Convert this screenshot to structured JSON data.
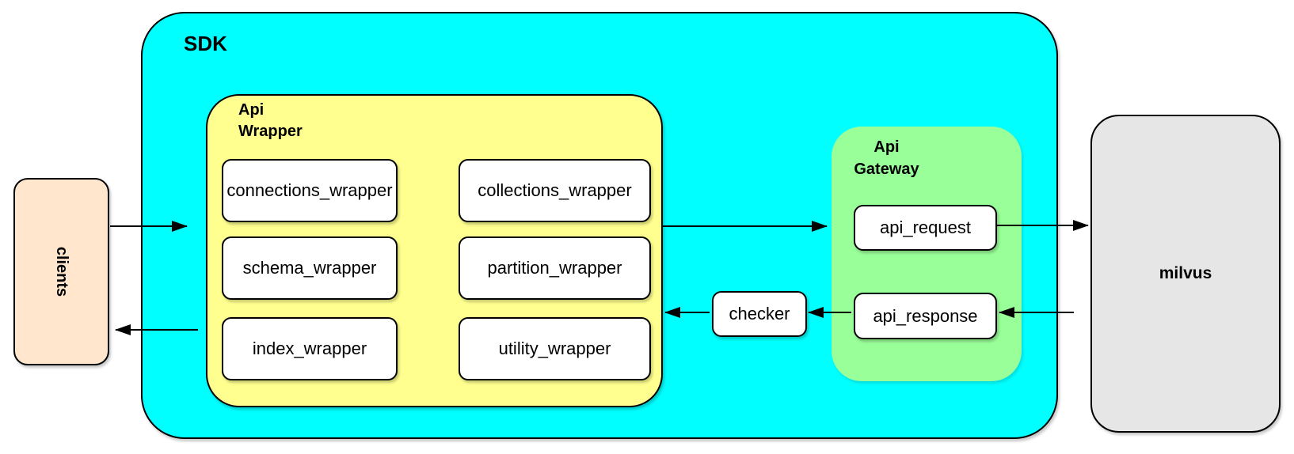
{
  "sdk": {
    "label": "SDK"
  },
  "clients": {
    "label": "clients"
  },
  "api_wrapper": {
    "title": [
      "Api",
      "Wrapper"
    ],
    "boxes": [
      {
        "label": "connections_wrapper"
      },
      {
        "label": "collections_wrapper"
      },
      {
        "label": "schema_wrapper"
      },
      {
        "label": "partition_wrapper"
      },
      {
        "label": "index_wrapper"
      },
      {
        "label": "utility_wrapper"
      }
    ]
  },
  "checker": {
    "label": "checker"
  },
  "api_gateway": {
    "title": [
      "Api",
      "Gateway"
    ],
    "boxes": [
      {
        "label": "api_request"
      },
      {
        "label": "api_response"
      }
    ]
  },
  "milvus": {
    "label": "milvus"
  },
  "colors": {
    "sdk_fill": "#00FFFF",
    "api_wrapper_fill": "#FFFF8F",
    "api_gateway_fill": "#99FF99",
    "clients_fill": "#FFE6CC",
    "milvus_fill": "#E6E6E6",
    "leaf_box_fill": "#FFFFFF",
    "stroke": "#000000"
  }
}
